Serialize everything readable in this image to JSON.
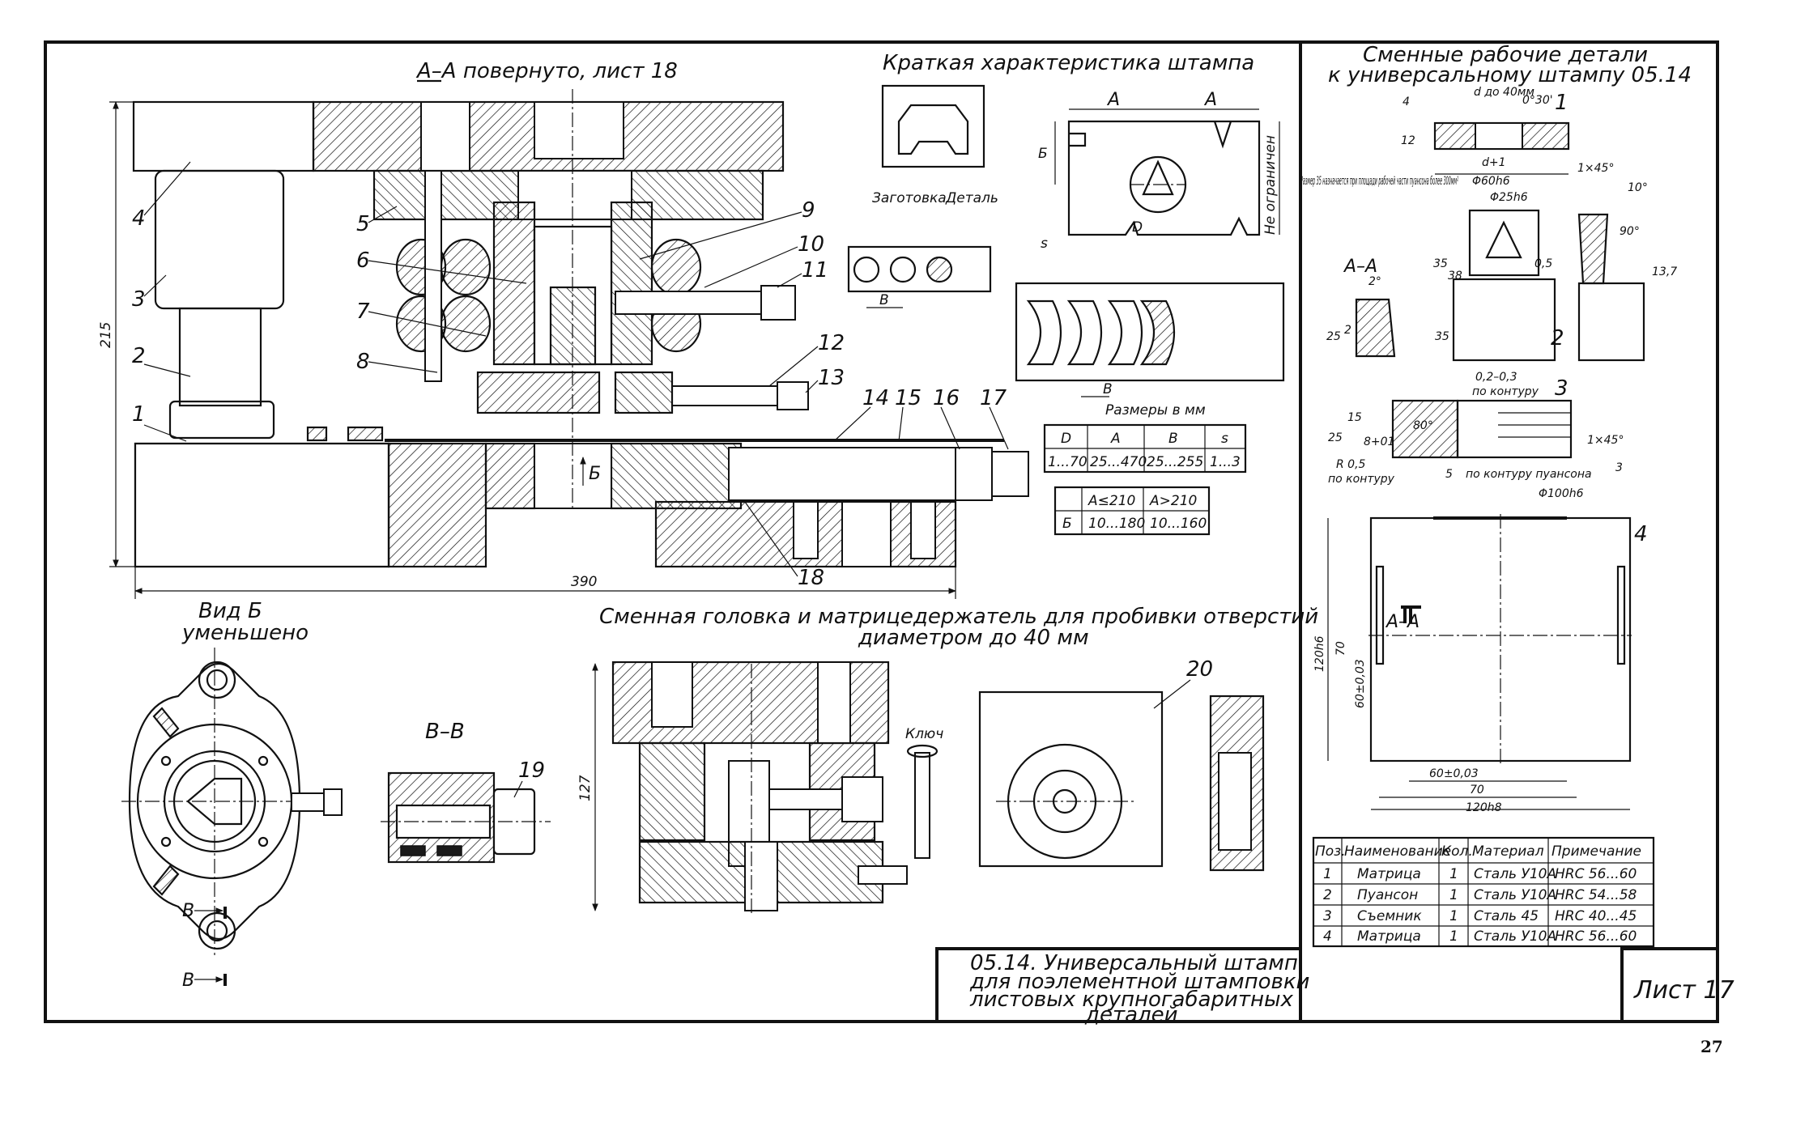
{
  "main_view": {
    "section_title": "А–А повернуто, лист 18",
    "dim_height": "215",
    "dim_width": "390",
    "arrow_label": "Б",
    "callouts": [
      "1",
      "2",
      "3",
      "4",
      "5",
      "6",
      "7",
      "8",
      "9",
      "10",
      "11",
      "12",
      "13",
      "14",
      "15",
      "16",
      "17",
      "18"
    ]
  },
  "characteristic": {
    "title": "Краткая характеристика штампа",
    "blank_label": "Заготовка",
    "part_label": "Деталь",
    "dim_A": "А",
    "dim_B": "Б",
    "dim_s": "s",
    "dim_D": "D",
    "dim_V": "В",
    "not_limited": "Не ограничен",
    "sizes_note": "Размеры в мм",
    "table1": {
      "headers": [
        "D",
        "A",
        "B",
        "s"
      ],
      "row": [
        "1...70",
        "25...470",
        "25...255",
        "1...3"
      ]
    },
    "table2": {
      "headers": [
        "",
        "A≤210",
        "A>210"
      ],
      "row": [
        "Б",
        "10...180",
        "10...160"
      ]
    }
  },
  "view_b": {
    "title": "Вид Б",
    "subtitle": "уменьшено",
    "section_mark": "В"
  },
  "section_vv": {
    "title": "В–В",
    "callout": "19"
  },
  "replaceable_head": {
    "title_line1": "Сменная головка и матрицедержатель для пробивки отверстий",
    "title_line2": "диаметром до 40 мм",
    "dim_height": "127",
    "key_label": "Ключ",
    "callout": "20"
  },
  "right_panel": {
    "title_line1": "Сменные рабочие детали",
    "title_line2": "к универсальному штампу 05.14",
    "note": "Размер 35 назначается при площади рабочей части пуансона более 300мм²",
    "dims": {
      "d40": "d до 40мм",
      "angle": "0°30'",
      "d1": "d+1",
      "phi60": "Φ60h6",
      "phi25": "Φ25h6",
      "chamfer": "1×45°",
      "angle10": "10°",
      "angle90": "90°",
      "v12": "12",
      "v4": "4",
      "v35": "35",
      "v38": "38",
      "v05": "0,5",
      "v25": "25",
      "v2": "2",
      "v15": "15",
      "v8": "8+01",
      "v5": "5",
      "v3": "3",
      "v137": "13,7",
      "tol": "0,2–0,3",
      "by_contour": "по контуру",
      "r05": "R 0,5",
      "punch_contour": "по контуру пуансона",
      "phi100": "Φ100h6",
      "angle80": "80°",
      "v120": "120h6",
      "v70": "70",
      "v60": "60±0,03",
      "v120b": "120h8",
      "section_aa": "А–А",
      "aa_angle": "2°"
    },
    "callouts": [
      "1",
      "2",
      "3",
      "4"
    ]
  },
  "parts_table": {
    "headers": [
      "Поз.",
      "Наименование",
      "Кол.",
      "Материал",
      "Примечание"
    ],
    "rows": [
      [
        "1",
        "Матрица",
        "1",
        "Сталь У10А",
        "HRC 56...60"
      ],
      [
        "2",
        "Пуансон",
        "1",
        "Сталь У10А",
        "HRC 54...58"
      ],
      [
        "3",
        "Съемник",
        "1",
        "Сталь 45",
        "HRC 40...45"
      ],
      [
        "4",
        "Матрица",
        "1",
        "Сталь У10А",
        "HRC 56...60"
      ]
    ]
  },
  "title_block": {
    "line1": "05.14. Универсальный штамп",
    "line2": "для поэлементной штамповки",
    "line3": "листовых крупногабаритных",
    "line4": "деталей"
  },
  "sheet": {
    "label": "Лист 17"
  },
  "page_number": "27"
}
